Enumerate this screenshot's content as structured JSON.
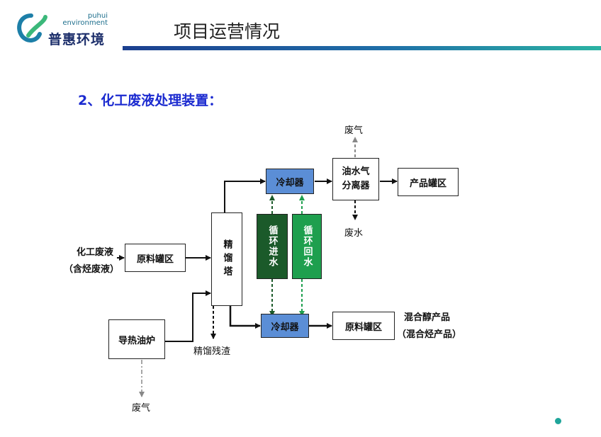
{
  "header": {
    "logo_en_line1": "puhui",
    "logo_en_line2": "environment",
    "logo_cn": "普惠环境",
    "title": "项目运营情况",
    "accent_color": "#2bb3a3"
  },
  "section_title": "2、化工废液处理装置：",
  "diagram": {
    "input_label_1": "化工废液",
    "input_label_2": "（含烃废液）",
    "raw_tank": "原料罐区",
    "column": "精馏塔",
    "heater": "导热油炉",
    "cooler_top": "冷却器",
    "cooler_bottom": "冷却器",
    "separator_line1": "油水气",
    "separator_line2": "分离器",
    "product_tank": "产品罐区",
    "water_in": "循环进水",
    "water_back": "循环回水",
    "mixed_tank": "原料罐区",
    "mixed_product_1": "混合醇产品",
    "mixed_product_2": "（混合烃产品）",
    "waste_gas_top": "废气",
    "waste_water": "废水",
    "residue": "精馏残渣",
    "waste_gas_bottom": "废气"
  }
}
